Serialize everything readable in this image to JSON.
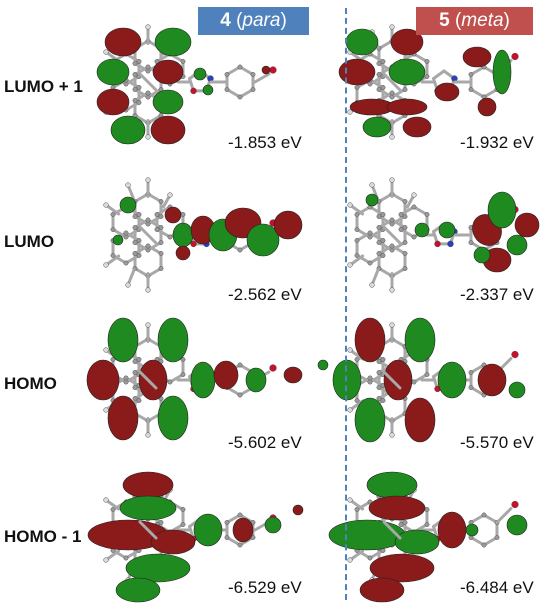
{
  "header": {
    "para": {
      "num": "4",
      "name": "para"
    },
    "meta": {
      "num": "5",
      "name": "meta"
    }
  },
  "rows": [
    {
      "label": "LUMO + 1",
      "para_energy": "-1.853 eV",
      "meta_energy": "-1.932 eV"
    },
    {
      "label": "LUMO",
      "para_energy": "-2.562 eV",
      "meta_energy": "-2.337 eV"
    },
    {
      "label": "HOMO",
      "para_energy": "-5.602 eV",
      "meta_energy": "-5.570 eV"
    },
    {
      "label": "HOMO - 1",
      "para_energy": "-6.529 eV",
      "meta_energy": "-6.484 eV"
    }
  ],
  "colors": {
    "lobe_red": "#8b1a1a",
    "lobe_green": "#1f8a1f",
    "bond": "#a8a8a8",
    "hydrogen": "#d9d9d9",
    "nitrogen": "#2a3fbf",
    "oxygen": "#c8102e",
    "para_header": "#4f81bd",
    "meta_header": "#c0504d",
    "divider": "#4f81bd"
  }
}
